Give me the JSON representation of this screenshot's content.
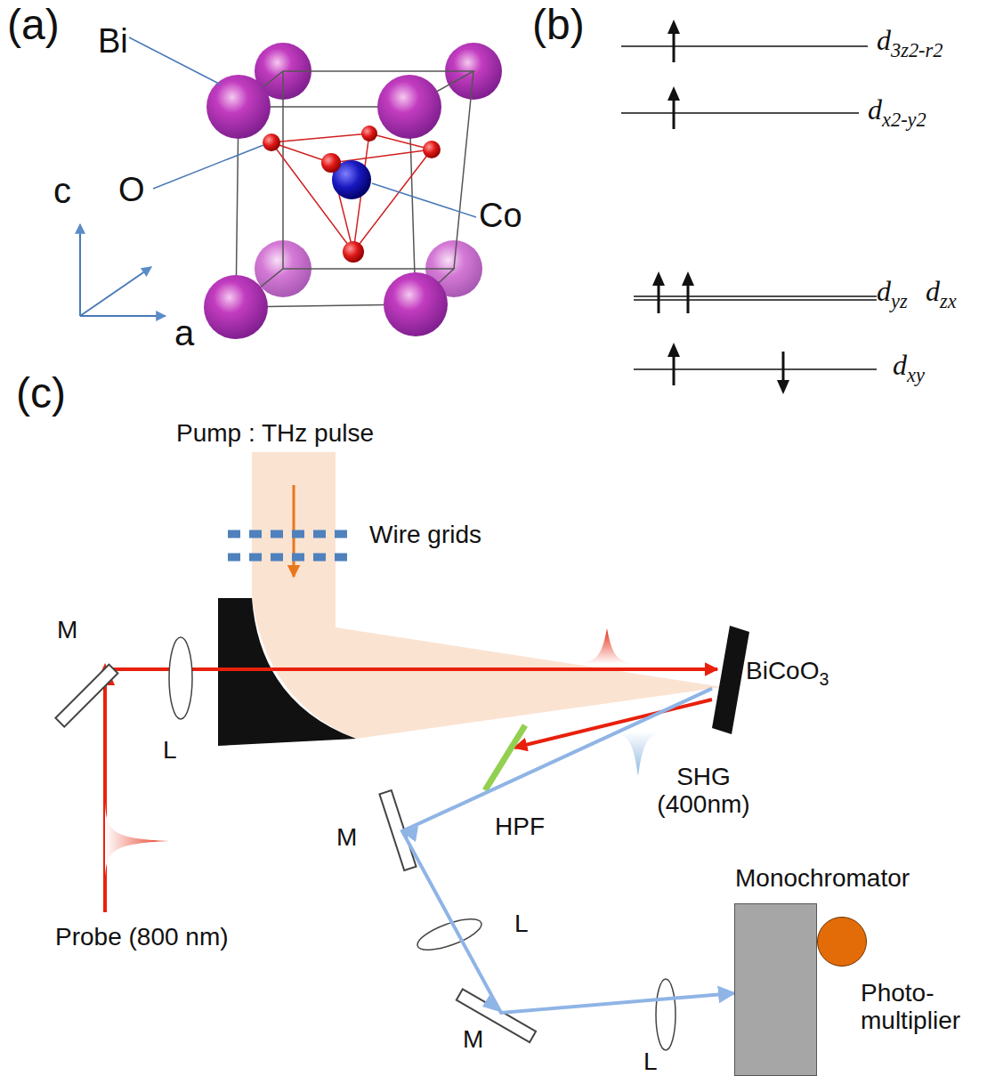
{
  "diagram": {
    "nodes": [
      {
        "text": [
          "BiCoO3"
        ]
      },
      {
        "text": [
          "Monochromator"
        ]
      },
      {
        "text": [
          "Photo- multiplier"
        ]
      }
    ],
    "edges": [
      {
        "from": 0,
        "to": 1,
        "arrow": "to"
      }
    ],
    "labels": [
      "(a)",
      "Bi",
      "O",
      "Co",
      "c",
      "a",
      "(b)",
      "d3z2-r2",
      "dx2-y2",
      "dyz",
      "dzx",
      "dxy",
      "(c)",
      "Pump : THz pulse",
      "Wire grids",
      "M",
      "L",
      "Probe (800 nm)",
      "SHG (400nm)",
      "HPF",
      "M",
      "L",
      "M",
      "L"
    ]
  }
}
